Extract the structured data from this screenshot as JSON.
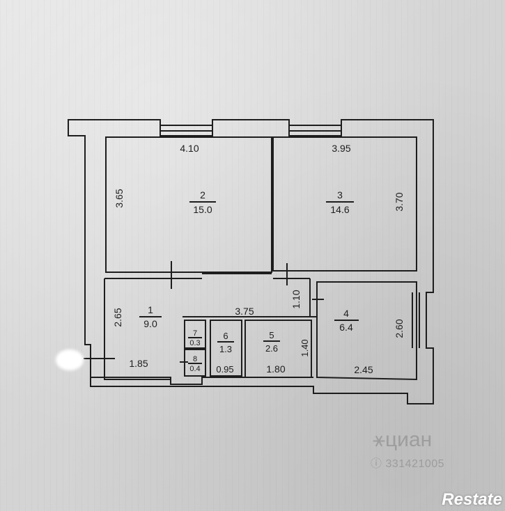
{
  "plan": {
    "rooms": [
      {
        "number": "2",
        "area": "15.0"
      },
      {
        "number": "3",
        "area": "14.6"
      },
      {
        "number": "1",
        "area": "9.0"
      },
      {
        "number": "4",
        "area": "6.4"
      },
      {
        "number": "5",
        "area": "2.6"
      },
      {
        "number": "6",
        "area": "1.3"
      },
      {
        "number": "7",
        "area": "0.3"
      },
      {
        "number": "8",
        "area": "0.4"
      }
    ],
    "dimensions": {
      "room2_width": "4.10",
      "room3_width": "3.95",
      "room2_height": "3.65",
      "room3_height": "3.70",
      "room1_height": "2.65",
      "corridor_length": "3.75",
      "passage_width": "1.10",
      "room4_height": "2.60",
      "room5_height": "1.40",
      "room1_width": "1.85",
      "room6_width": "0.95",
      "room5_width": "1.80",
      "room4_width": "2.45"
    }
  },
  "watermark": {
    "brand": "циан",
    "id": "331421005"
  },
  "badge": {
    "text": "Restate"
  }
}
